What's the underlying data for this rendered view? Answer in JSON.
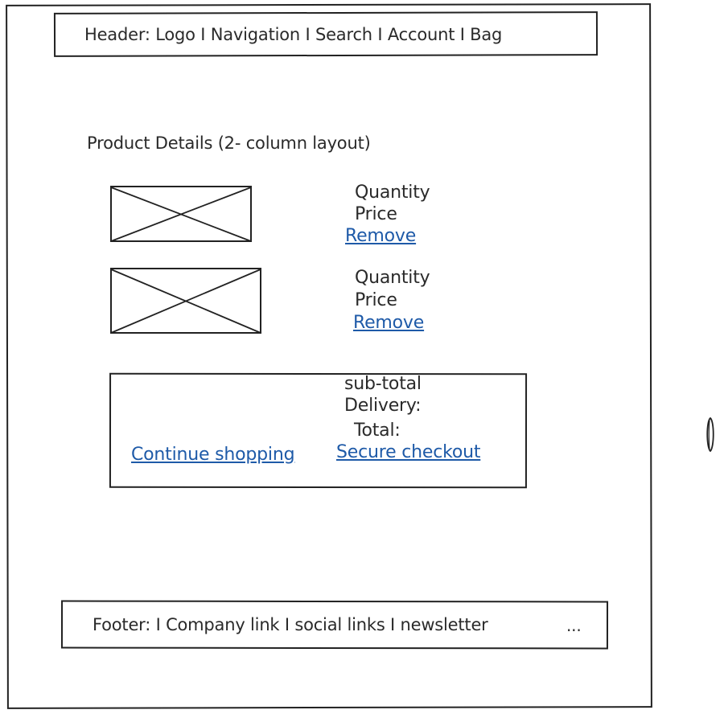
{
  "header": {
    "text": "Header: Logo I Navigation I Search I Account I Bag"
  },
  "product_section": {
    "title": "Product Details (2- column layout)",
    "items": [
      {
        "quantity": "Quantity",
        "price": "Price",
        "remove": "Remove"
      },
      {
        "quantity": "Quantity",
        "price": "Price",
        "remove": "Remove"
      }
    ]
  },
  "summary": {
    "subtotal": "sub-total",
    "delivery": "Delivery:",
    "total": "Total:",
    "continue_shopping": "Continue shopping",
    "secure_checkout": "Secure checkout"
  },
  "footer": {
    "text": "Footer: I Company link I social links I newsletter",
    "ellipsis": "..."
  },
  "colors": {
    "sketch_stroke": "#222222",
    "link": "#1e5aa8",
    "text": "#2a2a2a",
    "background": "#ffffff"
  }
}
